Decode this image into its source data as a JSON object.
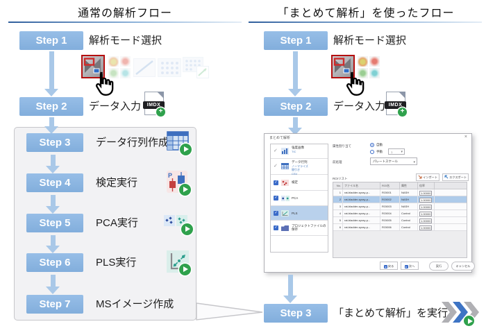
{
  "left": {
    "title": "通常の解析フロー",
    "steps": [
      {
        "badge": "Step 1",
        "label": "解析モード選択"
      },
      {
        "badge": "Step 2",
        "label": "データ入力"
      },
      {
        "badge": "Step 3",
        "label": "データ行列作成"
      },
      {
        "badge": "Step 4",
        "label": "検定実行"
      },
      {
        "badge": "Step 5",
        "label": "PCA実行"
      },
      {
        "badge": "Step 6",
        "label": "PLS実行"
      },
      {
        "badge": "Step 7",
        "label": "MSイメージ作成"
      }
    ]
  },
  "right": {
    "title": "「まとめて解析」を使ったフロー",
    "steps": [
      {
        "badge": "Step 1",
        "label": "解析モード選択"
      },
      {
        "badge": "Step 2",
        "label": "データ入力"
      },
      {
        "badge": "Step 3",
        "label": "「まとめて解析」を実行"
      }
    ]
  },
  "icons": {
    "imdx": "IMDX",
    "test_letter": "P"
  },
  "colors": {
    "step_blue": "#8ab4e0",
    "arrow_blue": "#a9c8e8",
    "accent_blue": "#3a6bc9",
    "selection_red": "#b40f0f",
    "play_green": "#2fa14c"
  },
  "dialog": {
    "title": "まとめて解析",
    "close": "×",
    "sidebar": [
      {
        "label": "強度画像",
        "sub0": "TIC"
      },
      {
        "label": "データ行列",
        "sub0": "ノーマライズ",
        "sub1": "間引き",
        "sub2": "CSV"
      },
      {
        "label": "検定"
      },
      {
        "label": "PCA"
      },
      {
        "label": "PLS"
      },
      {
        "label": "プロジェクトファイルの保存"
      }
    ],
    "settings": {
      "attr_label": "属性割り当て",
      "auto": "自動",
      "manual": "手動",
      "manual_count": "1",
      "pre_label": "前処理",
      "pre_value": "パレートスケール"
    },
    "roi_label": "ROIリスト",
    "import": "インポート",
    "export": "エクスポート",
    "table": {
      "h_no": "No.",
      "h_file": "ファイル名",
      "h_roi": "ROI名",
      "h_attr": "属性",
      "h_scale": "倍率",
      "rows": [
        {
          "no": "1",
          "file": "rat-bladder-spray-p...",
          "roi": "ROI001",
          "attr": "NASH",
          "scale": "1.00000"
        },
        {
          "no": "2",
          "file": "rat-bladder-spray-p...",
          "roi": "ROI002",
          "attr": "NASH",
          "scale": "1.00000"
        },
        {
          "no": "3",
          "file": "rat-bladder-spray-p...",
          "roi": "ROI003",
          "attr": "NASH",
          "scale": "1.00000"
        },
        {
          "no": "4",
          "file": "rat-bladder-spray-p...",
          "roi": "ROI004",
          "attr": "Control",
          "scale": "1.00000"
        },
        {
          "no": "5",
          "file": "rat-bladder-spray-p...",
          "roi": "ROI005",
          "attr": "Control",
          "scale": "1.00000"
        },
        {
          "no": "6",
          "file": "rat-bladder-spray-p...",
          "roi": "ROI006",
          "attr": "Control",
          "scale": "1.00000"
        }
      ]
    },
    "buttons": {
      "back": "戻る",
      "next": "次へ",
      "run": "実行",
      "cancel": "キャンセル"
    }
  }
}
